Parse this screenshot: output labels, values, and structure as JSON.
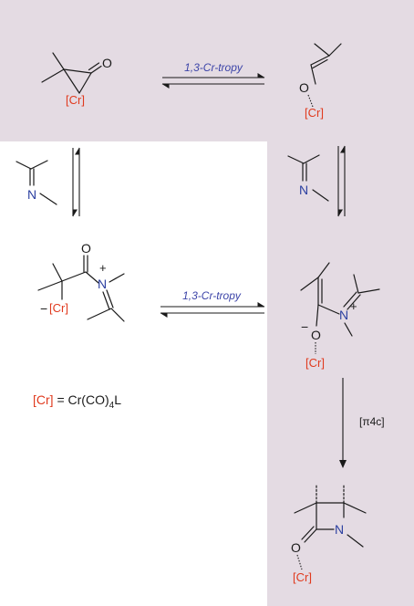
{
  "colors": {
    "panel": "#e4dbe3",
    "metal_label": "#e03a1e",
    "nitrogen": "#2b3fa0",
    "arrow_label": "#3c44a8",
    "bond": "#1a1a1a"
  },
  "atoms": {
    "metal": "[Cr]",
    "oxygen": "O",
    "nitrogen": "N",
    "plus": "+",
    "minus": "−"
  },
  "arrows": {
    "cr_tropy": "1,3-Cr-tropy",
    "cycloaddition": "[π4c]"
  },
  "legend": {
    "lhs": "[Cr]",
    "eq": " = Cr(CO)",
    "sub": "4",
    "tail": "L"
  }
}
